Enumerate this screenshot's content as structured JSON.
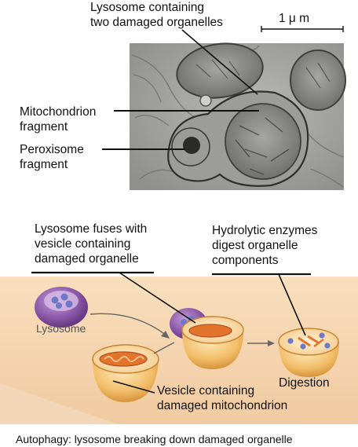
{
  "micrograph": {
    "top_label": "Lysosome containing\ntwo damaged organelles",
    "scale_bar": "1 μ m",
    "mito_label": "Mitochondrion\nfragment",
    "perox_label": "Peroxisome\nfragment"
  },
  "diagram": {
    "fuse_label": "Lysosome fuses with\nvesicle containing\ndamaged organelle",
    "hydro_label": "Hydrolytic enzymes\ndigest organelle\ncomponents",
    "lysosome_label": "Lysosome",
    "vesicle_label": "Vesicle containing\ndamaged mitochondrion",
    "digestion_label": "Digestion"
  },
  "caption": "Autophagy: lysosome breaking down damaged organelle",
  "colors": {
    "cytoplasm": "#f6d9b4",
    "lysosome": "#8b5aa8",
    "vesicle": "#f0b860",
    "mitochondrion": "#e3762a"
  }
}
